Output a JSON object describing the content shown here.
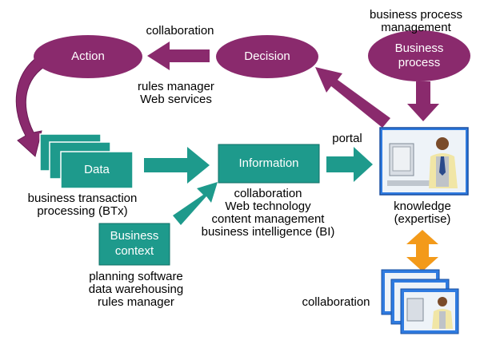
{
  "nodes": {
    "action": "Action",
    "decision": "Decision",
    "business_process": [
      "Business",
      "process"
    ],
    "data": "Data",
    "information": "Information",
    "business_context": [
      "Business",
      "context"
    ]
  },
  "labels": {
    "top_collaboration": "collaboration",
    "bpm": [
      "business process",
      "management"
    ],
    "rules_web": [
      "rules manager",
      "Web services"
    ],
    "portal": "portal",
    "btx": [
      "business transaction",
      "processing (BTx)"
    ],
    "info_tech": [
      "collaboration",
      "Web technology",
      "content management",
      "business intelligence (BI)"
    ],
    "context_tech": [
      "planning software",
      "data warehousing",
      "rules manager"
    ],
    "knowledge": [
      "knowledge",
      "(expertise)"
    ],
    "bottom_collaboration": "collaboration"
  },
  "colors": {
    "purple": "#8a2a6d",
    "teal": "#1e9a8c",
    "teal_dark": "#0f6f66",
    "orange": "#f39a1a",
    "screen_blue": "#2f7be0"
  }
}
